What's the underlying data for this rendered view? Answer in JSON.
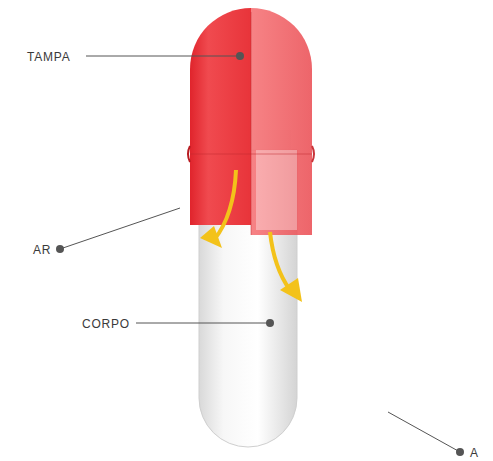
{
  "diagram": {
    "labels": [
      "TAMPA",
      "AR",
      "CORPO",
      "A"
    ]
  }
}
